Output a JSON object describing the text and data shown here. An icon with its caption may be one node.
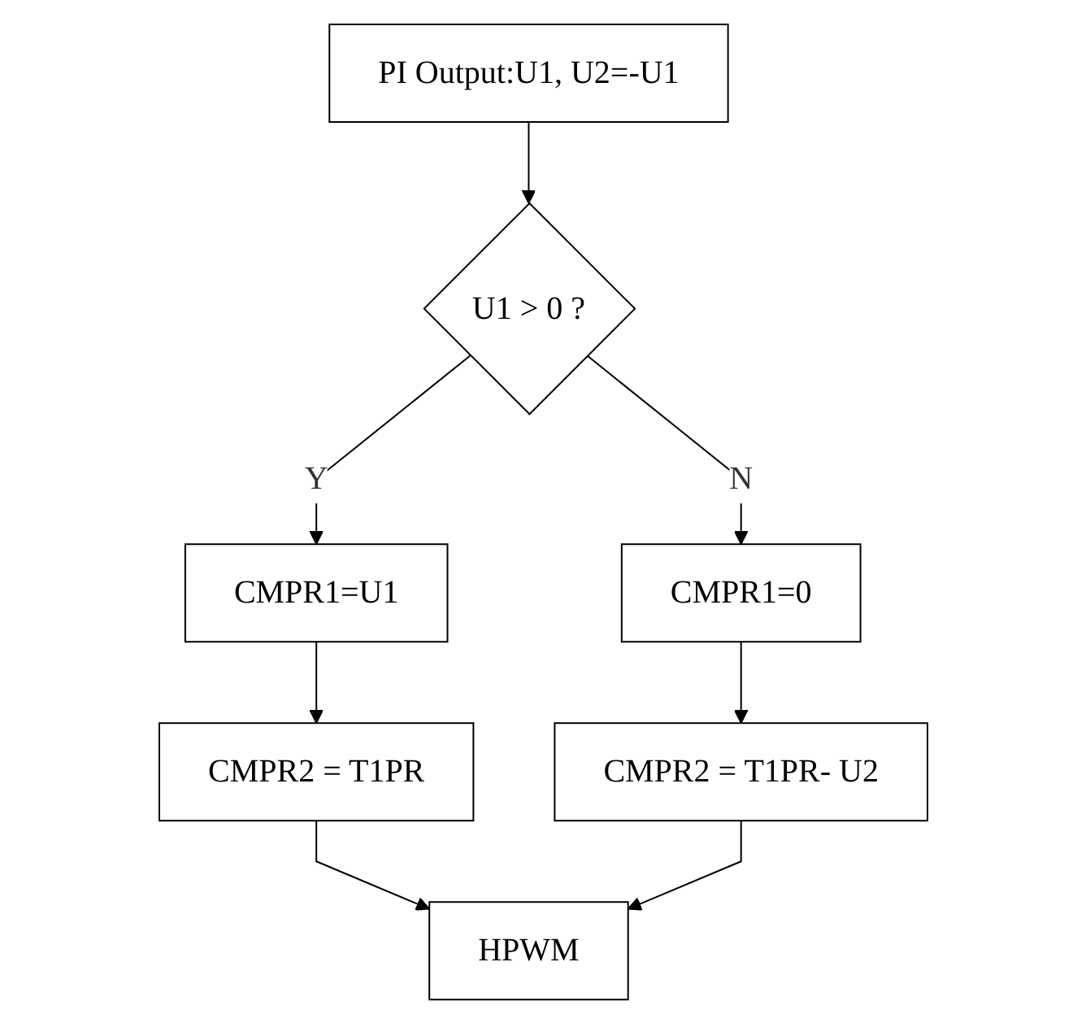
{
  "diagram": {
    "nodes": [
      {
        "text": [
          "PI Output:U1, U2=-U1"
        ]
      },
      {
        "text": [
          "U1 > 0 ?"
        ]
      },
      {
        "text": [
          "CMPR1=U1"
        ]
      },
      {
        "text": [
          "CMPR1=0"
        ]
      },
      {
        "text": [
          "CMPR2 = T1PR"
        ]
      },
      {
        "text": [
          "CMPR2 = T1PR- U2"
        ]
      },
      {
        "text": [
          "HPWM"
        ]
      }
    ],
    "edges": [
      {
        "from": 0,
        "to": 1,
        "arrow": "to"
      },
      {
        "from": 1,
        "to": 2,
        "arrow": "to",
        "label": "Y"
      },
      {
        "from": 1,
        "to": 3,
        "arrow": "to",
        "label": "N"
      },
      {
        "from": 2,
        "to": 4,
        "arrow": "to"
      },
      {
        "from": 3,
        "to": 5,
        "arrow": "to"
      },
      {
        "from": 4,
        "to": 6,
        "arrow": "to"
      },
      {
        "from": 5,
        "to": 6,
        "arrow": "to"
      }
    ]
  }
}
